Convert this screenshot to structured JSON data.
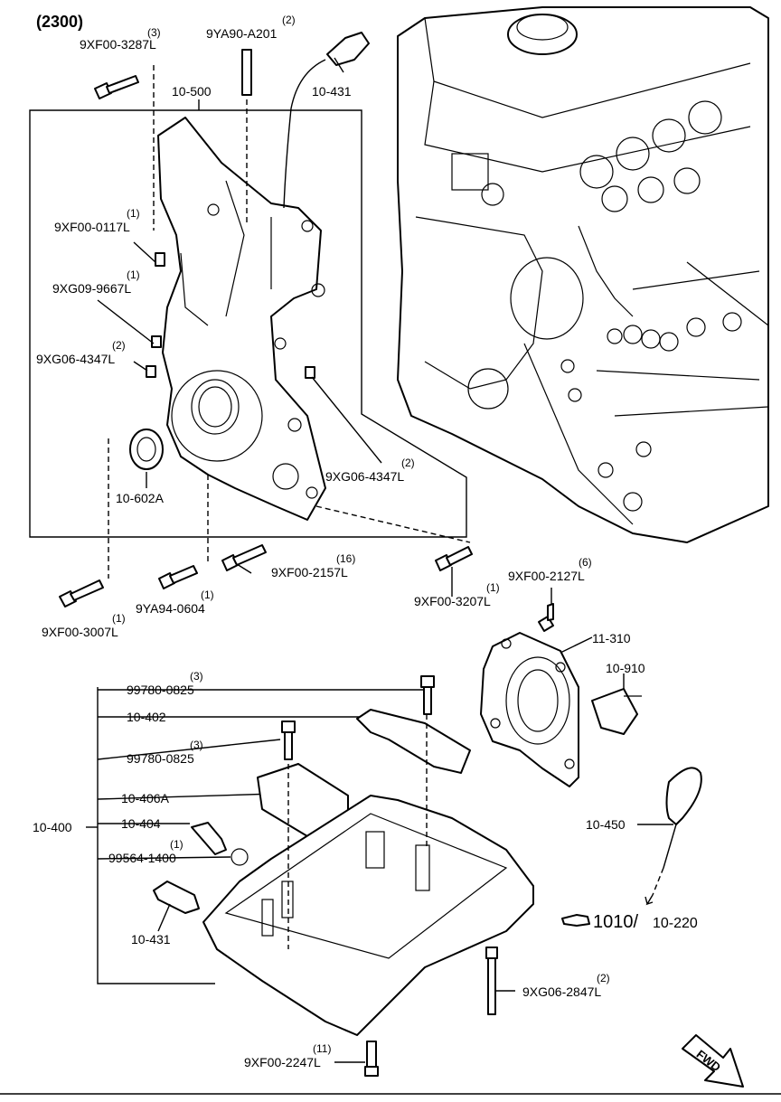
{
  "diagram": {
    "section_code": "(2300)",
    "labels": {
      "top_bolt": {
        "qty": "(3)",
        "part": "9XF00-3287L"
      },
      "stud": {
        "qty": "(2)",
        "part": "9YA90-A201"
      },
      "cover_assy": {
        "part": "10-500"
      },
      "sensor_top": {
        "part": "10-431"
      },
      "bolt_0117": {
        "qty": "(1)",
        "part": "9XF00-0117L"
      },
      "bolt_9667": {
        "qty": "(1)",
        "part": "9XG09-9667L"
      },
      "pin_4347_left": {
        "qty": "(2)",
        "part": "9XG06-4347L"
      },
      "pin_4347_right": {
        "qty": "(2)",
        "part": "9XG06-4347L"
      },
      "seal": {
        "part": "10-602A"
      },
      "bolt_2157": {
        "qty": "(16)",
        "part": "9XF00-2157L"
      },
      "bolt_3207": {
        "qty": "(1)",
        "part": "9XF00-3207L"
      },
      "bolt_0604": {
        "qty": "(1)",
        "part": "9YA94-0604"
      },
      "bolt_3007": {
        "qty": "(1)",
        "part": "9XF00-3007L"
      },
      "bolt_2127": {
        "qty": "(6)",
        "part": "9XF00-2127L"
      },
      "rear_cover": {
        "part": "11-310"
      },
      "rear_seal": {
        "part": "10-910"
      },
      "bolt_0825_a": {
        "qty": "(3)",
        "part": "99780-0825"
      },
      "plate": {
        "part": "10-402"
      },
      "bolt_0825_b": {
        "qty": "(3)",
        "part": "99780-0825"
      },
      "baffle": {
        "part": "10-406A"
      },
      "oil_pan": {
        "part": "10-400"
      },
      "drain_plug": {
        "part": "10-404"
      },
      "gasket": {
        "qty": "(1)",
        "part": "99564-1400"
      },
      "sensor_bottom": {
        "part": "10-431"
      },
      "dipstick": {
        "part": "10-450"
      },
      "ref": {
        "page": "1010/",
        "part": "10-220"
      },
      "bolt_2847": {
        "qty": "(2)",
        "part": "9XG06-2847L"
      },
      "bolt_2247": {
        "qty": "(11)",
        "part": "9XF00-2247L"
      },
      "fwd": "FWD"
    }
  }
}
